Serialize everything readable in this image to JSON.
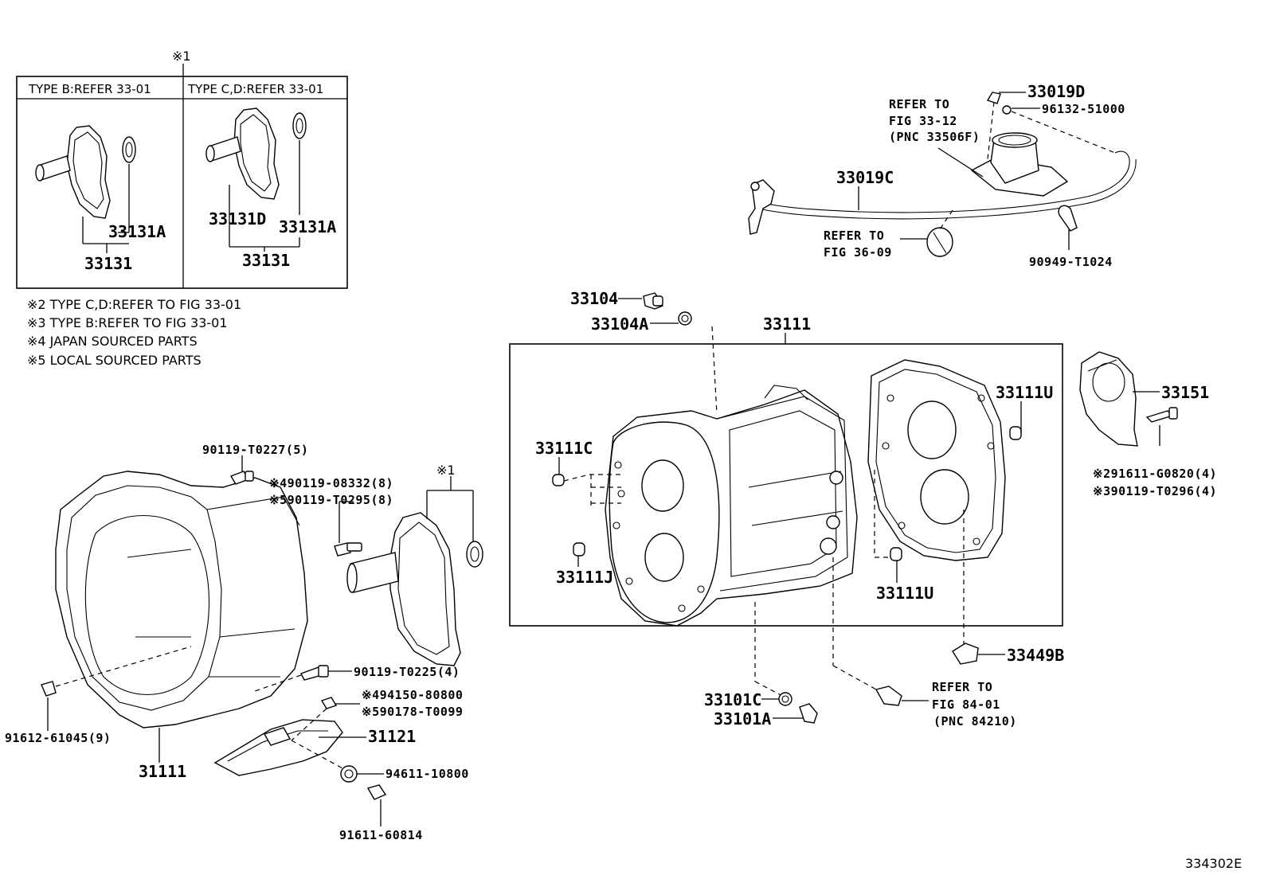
{
  "inset": {
    "marker": "※1",
    "type_b_header": "TYPE B:REFER 33-01",
    "type_cd_header": "TYPE C,D:REFER 33-01",
    "b_seal": "33131A",
    "b_assy": "33131",
    "cd_retainer": "33131D",
    "cd_seal": "33131A",
    "cd_assy": "33131"
  },
  "notes": [
    "※2 TYPE C,D:REFER TO FIG 33-01",
    "※3 TYPE B:REFER TO FIG 33-01",
    "※4 JAPAN SOURCED PARTS",
    "※5 LOCAL SOURCED PARTS"
  ],
  "labels": {
    "p33019D": "33019D",
    "p96132": "96132-51000",
    "refer_33_12": [
      "REFER TO",
      "FIG 33-12",
      "(PNC 33506F)"
    ],
    "p33019C": "33019C",
    "refer_36_09": [
      "REFER TO",
      "FIG 36-09"
    ],
    "p90949": "90949-T1024",
    "p33104": "33104",
    "p33104A": "33104A",
    "p33111": "33111",
    "p33151": "33151",
    "p33111U_top": "33111U",
    "p33111C": "33111C",
    "p33111J": "33111J",
    "p33111U_bot": "33111U",
    "p91611_g0820": "※291611-G0820(4)",
    "p90119_t0296": "※390119-T0296(4)",
    "p33449B": "33449B",
    "p33101C": "33101C",
    "p33101A": "33101A",
    "refer_84_01": [
      "REFER TO",
      "FIG 84-01",
      "(PNC 84210)"
    ],
    "p90119_t0227": "90119-T0227(5)",
    "p90119_08332": "※490119-08332(8)",
    "p90119_t0295": "※590119-T0295(8)",
    "marker_1": "※1",
    "p90119_t0225": "90119-T0225(4)",
    "p94150": "※494150-80800",
    "p90178": "※590178-T0099",
    "p31121": "31121",
    "p94611": "94611-10800",
    "p91612": "91612-61045(9)",
    "p31111": "31111",
    "p91611_60814": "91611-60814"
  },
  "figure_id": "334302E"
}
